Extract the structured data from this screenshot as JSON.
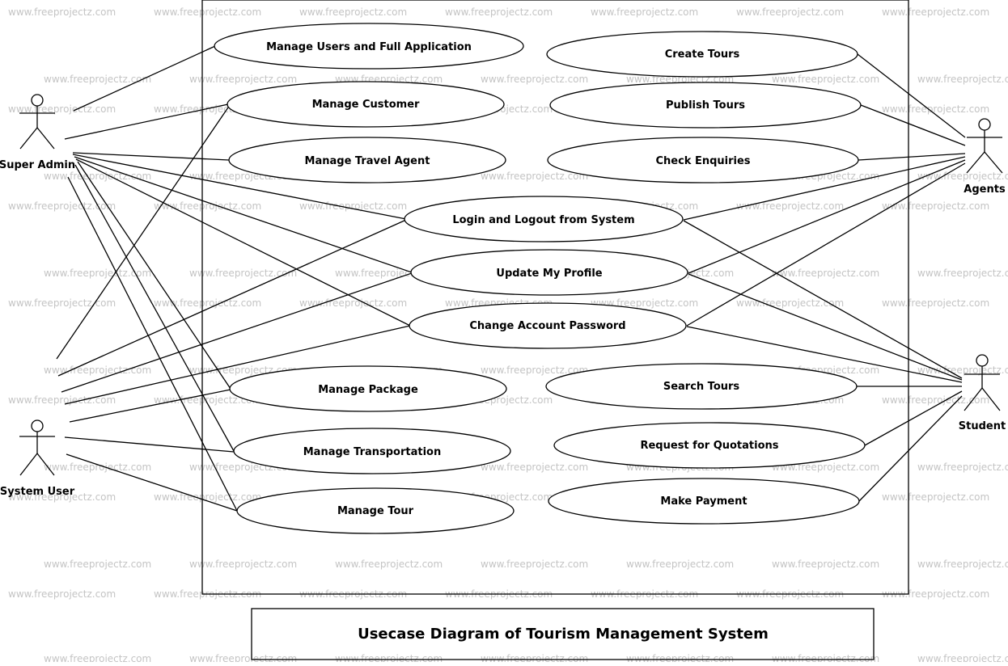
{
  "watermark": "www.freeprojectz.com",
  "caption": "Usecase Diagram of Tourism Management System",
  "actors": {
    "super_admin": "Super Admin",
    "system_user": "System User",
    "agents": "Agents",
    "student": "Student"
  },
  "usecases": {
    "manage_users": "Manage Users and Full Application",
    "manage_customer": "Manage Customer",
    "manage_travel_agent": "Manage Travel Agent",
    "login_logout": "Login and Logout from System",
    "update_profile": "Update My Profile",
    "change_password": "Change Account Password",
    "manage_package": "Manage Package",
    "manage_transportation": "Manage Transportation",
    "manage_tour": "Manage Tour",
    "create_tours": "Create Tours",
    "publish_tours": "Publish Tours",
    "check_enquiries": "Check Enquiries",
    "search_tours": "Search Tours",
    "request_quotations": "Request for Quotations",
    "make_payment": "Make Payment"
  }
}
